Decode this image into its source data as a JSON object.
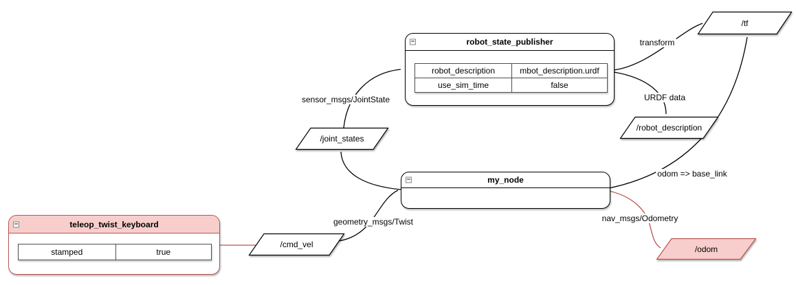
{
  "diagram": {
    "background": "#ffffff",
    "palette": {
      "black_stroke": "#000000",
      "red_stroke": "#b85450",
      "red_fill": "#f8cecc",
      "white_fill": "#ffffff",
      "table_border": "#4d4d4d"
    },
    "icons": {
      "collapse": "minus-square"
    },
    "nodes": [
      {
        "title": "robot_state_publisher",
        "params": [
          [
            "robot_description",
            "mbot_description.urdf"
          ],
          [
            "use_sim_time",
            "false"
          ]
        ]
      },
      {
        "title": "my_node",
        "params": []
      },
      {
        "title": "teleop_twist_keyboard",
        "params": [
          [
            "stamped",
            "true"
          ]
        ]
      }
    ],
    "topics": [
      {
        "label": "/tf"
      },
      {
        "label": "/robot_description"
      },
      {
        "label": "/joint_states"
      },
      {
        "label": "/cmd_vel"
      },
      {
        "label": "/odom"
      }
    ],
    "edge_labels": [
      {
        "text": "transform"
      },
      {
        "text": "sensor_msgs/JointState"
      },
      {
        "text": "URDF data"
      },
      {
        "text": "odom => base_link"
      },
      {
        "text": "geometry_msgs/Twist"
      },
      {
        "text": "nav_msgs/Odometry"
      }
    ]
  }
}
